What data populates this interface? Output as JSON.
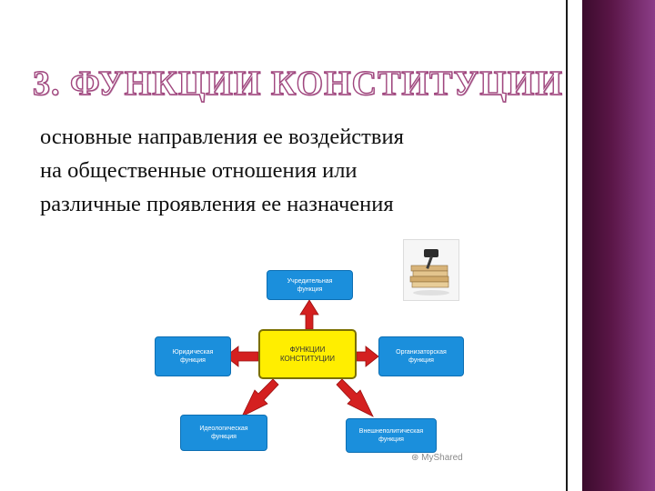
{
  "slide": {
    "title": "3. ФУНКЦИИ КОНСТИТУЦИИ",
    "body_lines": [
      "основные направления ее воздействия",
      "на общественные отношения или",
      "различные проявления ее назначения"
    ]
  },
  "diagram": {
    "center": [
      "ФУНКЦИИ",
      "КОНСТИТУЦИИ"
    ],
    "nodes": {
      "top": [
        "Учредительная",
        "функция"
      ],
      "left": [
        "Юридическая",
        "функция"
      ],
      "right": [
        "Организаторская",
        "функция"
      ],
      "bottom_left": [
        "Идеологическая",
        "функция"
      ],
      "bottom_right": [
        "Внешнеполитическая",
        "функция"
      ]
    }
  },
  "colors": {
    "node_fill": "#1b8fdc",
    "center_fill": "#ffee00",
    "arrow": "#d42020",
    "title_outline": "#a0467e",
    "sidebar": "#5a1647"
  },
  "icons": {
    "gavel": "gavel-books-icon"
  },
  "watermark": "MyShared"
}
